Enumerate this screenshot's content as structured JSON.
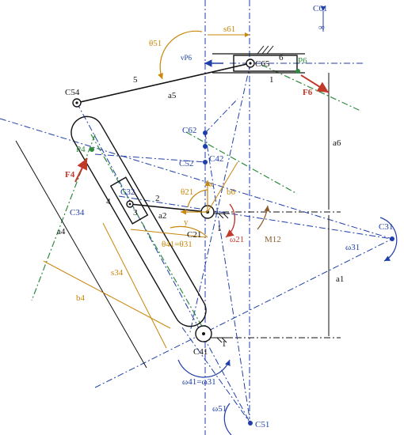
{
  "labels": {
    "C61": "C61",
    "inf": "∞",
    "s61": "s61",
    "theta51": "θ51",
    "vP6": "vP6",
    "C65": "C65",
    "six": "6",
    "P6": "P6",
    "one_top": "1",
    "five": "5",
    "C54": "C54",
    "a5": "a5",
    "F6": "F6",
    "a6": "a6",
    "C62": "C62",
    "P4": "P4",
    "F4": "F4",
    "C52": "C52",
    "C42": "C42",
    "x": "x",
    "b6": "b6",
    "four": "4",
    "C32": "C32",
    "two": "2",
    "theta21": "θ21",
    "C34": "C34",
    "three": "3",
    "a2": "a2",
    "y": "y",
    "C21": "C21",
    "one_mid": "1",
    "C31": "C31",
    "omega21": "ω21",
    "M12": "M12",
    "theta41": "θ41=θ31",
    "omega31": "ω31",
    "a1": "a1",
    "s34": "s34",
    "a4": "a4",
    "b4": "b4",
    "C41": "C41",
    "one_bot": "1",
    "omega41": "ω41=ω31",
    "omega51": "ω51",
    "C51": "C51"
  },
  "colors": {
    "blue": "#1f3fa8",
    "orange": "#c8860a",
    "green": "#2e8b3e",
    "brown": "#8b5a2b",
    "red": "#c0392b",
    "black": "#111111"
  }
}
